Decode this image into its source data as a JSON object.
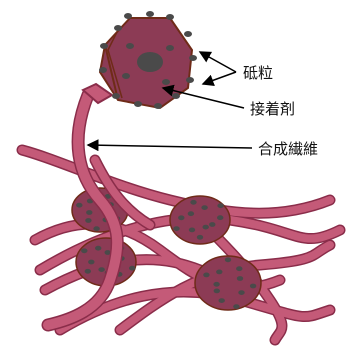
{
  "labels": {
    "abrasive_grain": "砥粒",
    "adhesive": "接着剤",
    "synthetic_fiber": "合成繊維"
  },
  "colors": {
    "fiber_fill": "#c45a78",
    "fiber_stroke": "#8a2d4a",
    "adhesive_fill": "#8c3b55",
    "adhesive_stroke": "#6f2b18",
    "grain_fill": "#4a4a4a",
    "arrow": "#000000"
  }
}
